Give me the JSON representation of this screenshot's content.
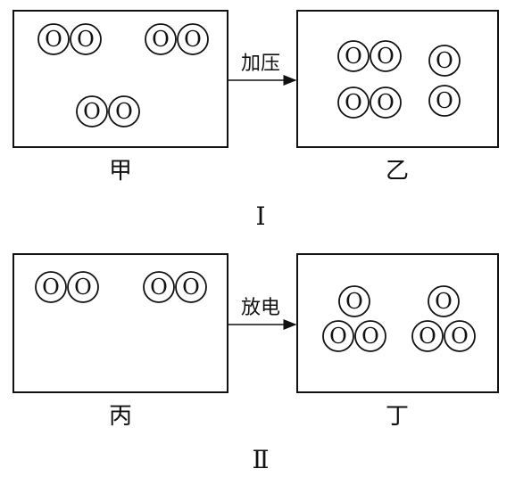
{
  "part1": {
    "box_left_label": "甲",
    "box_right_label": "乙",
    "arrow_label": "加压",
    "section_label": "Ⅰ"
  },
  "part2": {
    "box_left_label": "丙",
    "box_right_label": "丁",
    "arrow_label": "放电",
    "section_label": "Ⅱ"
  },
  "atom_symbol": "O",
  "colors": {
    "stroke": "#111111",
    "background": "#ffffff"
  }
}
